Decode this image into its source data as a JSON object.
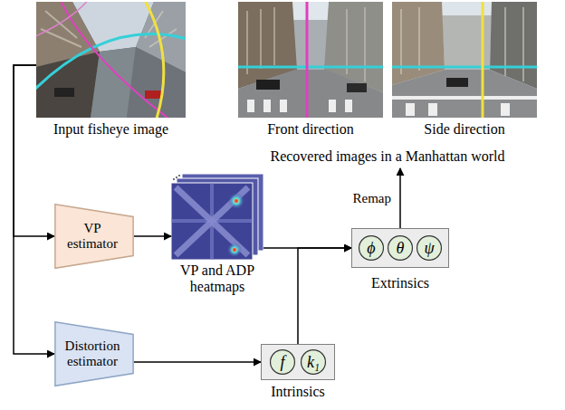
{
  "diagram": {
    "nodes": [
      {
        "text": [
          "Input fisheye image"
        ]
      },
      {
        "text": [
          "Recovered images in a Manhattan world"
        ]
      },
      {
        "text": [
          "Front direction"
        ],
        "in": 1
      },
      {
        "text": [
          "Side direction"
        ],
        "in": 1
      },
      {
        "text": [
          "VP estimator"
        ]
      },
      {
        "text": [
          "VP and ADP heatmaps"
        ]
      },
      {
        "text": [
          "Extrinsics"
        ]
      },
      {
        "text": [
          "ϕ"
        ],
        "in": 6
      },
      {
        "text": [
          "θ"
        ],
        "in": 6
      },
      {
        "text": [
          "ψ"
        ],
        "in": 6
      },
      {
        "text": [
          "Distortion estimator"
        ]
      },
      {
        "text": [
          "Intrinsics"
        ]
      },
      {
        "text": [
          "f"
        ],
        "in": 11
      },
      {
        "text": [
          "k₁"
        ],
        "in": 11
      }
    ],
    "edges": [
      {
        "from": 0,
        "to": 4,
        "arrow": "to"
      },
      {
        "from": 0,
        "to": 10,
        "arrow": "to"
      },
      {
        "from": 4,
        "to": 5,
        "arrow": "to"
      },
      {
        "from": 5,
        "to": 6,
        "arrow": "to"
      },
      {
        "from": 10,
        "to": 11,
        "arrow": "to"
      },
      {
        "from": 11,
        "to": 6,
        "arrow": "to"
      },
      {
        "from": 6,
        "to": 1,
        "label": "Remap",
        "arrow": "to"
      }
    ]
  }
}
